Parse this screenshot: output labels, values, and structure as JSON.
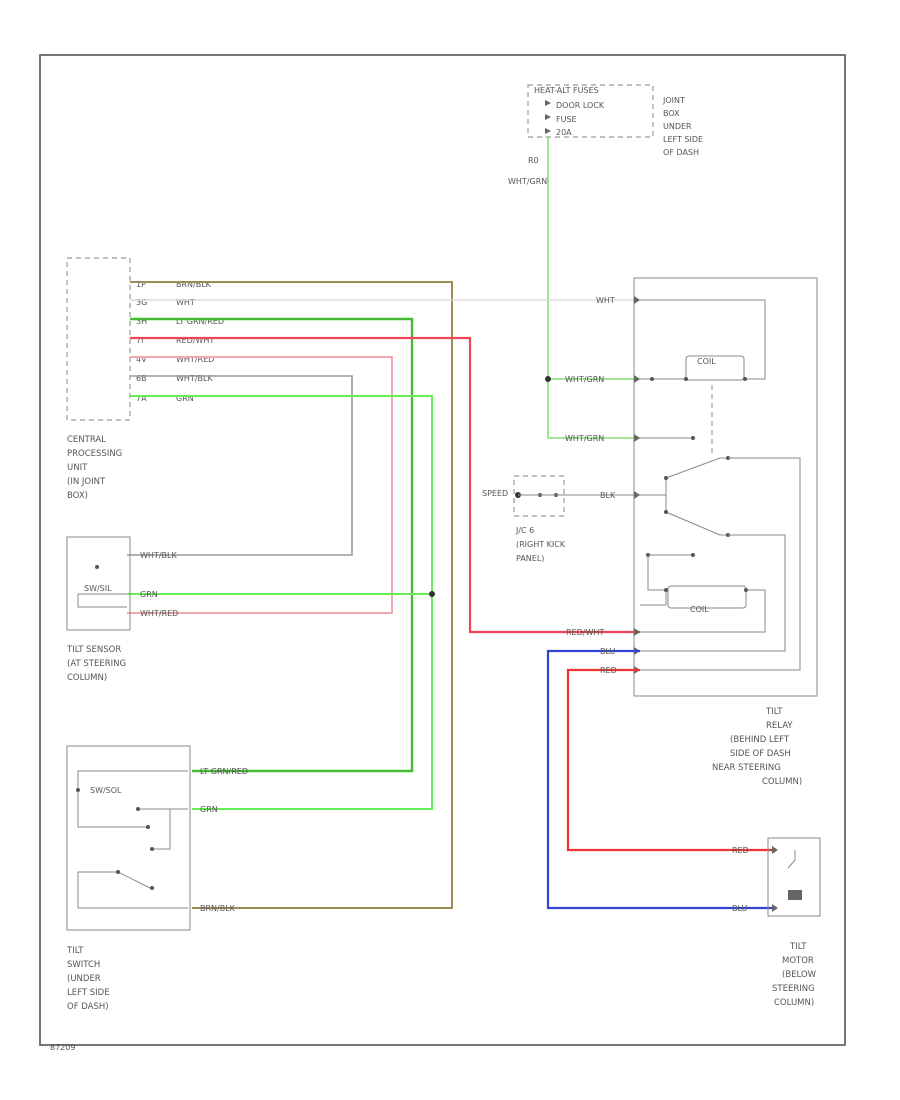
{
  "colors": {
    "brn_blk": "#a08a58",
    "wht": "#d6d6d6",
    "lt_grn_red": "#44bb33",
    "red_wht": "#ee4455",
    "wht_red": "#f2a8ac",
    "wht_blk": "#9a9a9a",
    "grn": "#66ee55",
    "wht_grn": "#88dd77",
    "blu": "#3344dd",
    "red": "#ee3333",
    "blu_wht": "#8890c8",
    "frame": "#555555"
  },
  "fuse_box": {
    "title": "HEAT-ALT FUSES",
    "lines": [
      "DOOR LOCK",
      "FUSE",
      "20A"
    ],
    "label": [
      "JOINT",
      "BOX",
      "UNDER",
      "LEFT SIDE",
      "OF DASH"
    ]
  },
  "wire_fuse": {
    "line1": "R0",
    "line2": "WHT/GRN"
  },
  "cpu": {
    "label": [
      "CENTRAL",
      "PROCESSING",
      "UNIT",
      "(IN JOINT",
      "BOX)"
    ],
    "pins": [
      "1P",
      "3G",
      "3H",
      "7I",
      "4V",
      "6B",
      "7A"
    ],
    "wires": [
      "BRN/BLK",
      "WHT",
      "LT GRN/RED",
      "RED/WHT",
      "WHT/RED",
      "WHT/BLK",
      "GRN"
    ]
  },
  "tilt_sensor": {
    "label": [
      "TILT SENSOR",
      "(AT STEERING",
      "COLUMN)"
    ],
    "inner": "SW/SIL",
    "wires": [
      "WHT/BLK",
      "GRN",
      "WHT/RED"
    ]
  },
  "tilt_switch": {
    "label": [
      "TILT",
      "SWITCH",
      "(UNDER",
      "LEFT SIDE",
      "OF DASH)"
    ],
    "inner": "SW/SOL",
    "wires": [
      "LT GRN/RED",
      "GRN",
      "BRN/BLK"
    ]
  },
  "junction": {
    "label": [
      "J/C 6",
      "(RIGHT KICK",
      "PANEL)"
    ],
    "side": "SPEED"
  },
  "relay": {
    "label": [
      "TILT",
      "RELAY",
      "(BEHIND LEFT",
      "SIDE OF DASH",
      "NEAR STEERING",
      "COLUMN)"
    ],
    "wires": [
      "WHT",
      "WHT/GRN",
      "WHT/GRN",
      "BLK",
      "RED/WHT",
      "BLU",
      "RED"
    ],
    "coil_top": "COIL",
    "coil_bot": "COIL"
  },
  "motor": {
    "label": [
      "TILT",
      "MOTOR",
      "(BELOW",
      "STEERING",
      "COLUMN)"
    ],
    "wires": [
      "RED",
      "BLU"
    ]
  },
  "figure_id": "87209"
}
